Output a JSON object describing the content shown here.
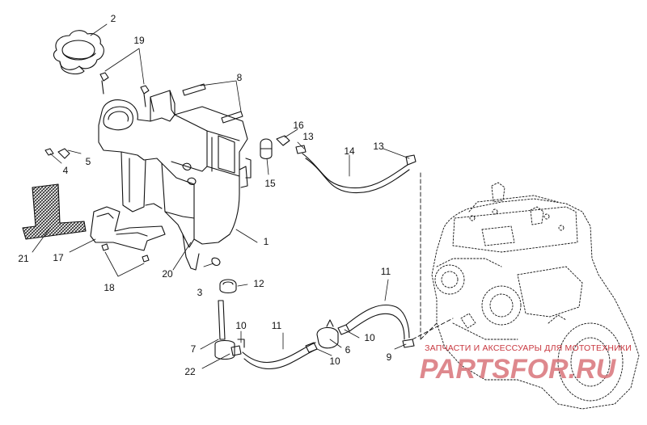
{
  "diagram": {
    "callouts": {
      "c1": "1",
      "c2": "2",
      "c3": "3",
      "c4": "4",
      "c5": "5",
      "c6": "6",
      "c7": "7",
      "c8": "8",
      "c9": "9",
      "c10a": "10",
      "c10b": "10",
      "c10c": "10",
      "c11a": "11",
      "c11b": "11",
      "c12": "12",
      "c13a": "13",
      "c13b": "13",
      "c14": "14",
      "c15": "15",
      "c16": "16",
      "c17": "17",
      "c18": "18",
      "c19": "19",
      "c20": "20",
      "c21": "21",
      "c22": "22"
    }
  },
  "watermark": {
    "tagline": "ЗАПЧАСТИ И АКСЕССУАРЫ ДЛЯ МОТОТЕХНИКИ",
    "logo": "PARTSFOR.RU",
    "color": "#c8373f"
  }
}
